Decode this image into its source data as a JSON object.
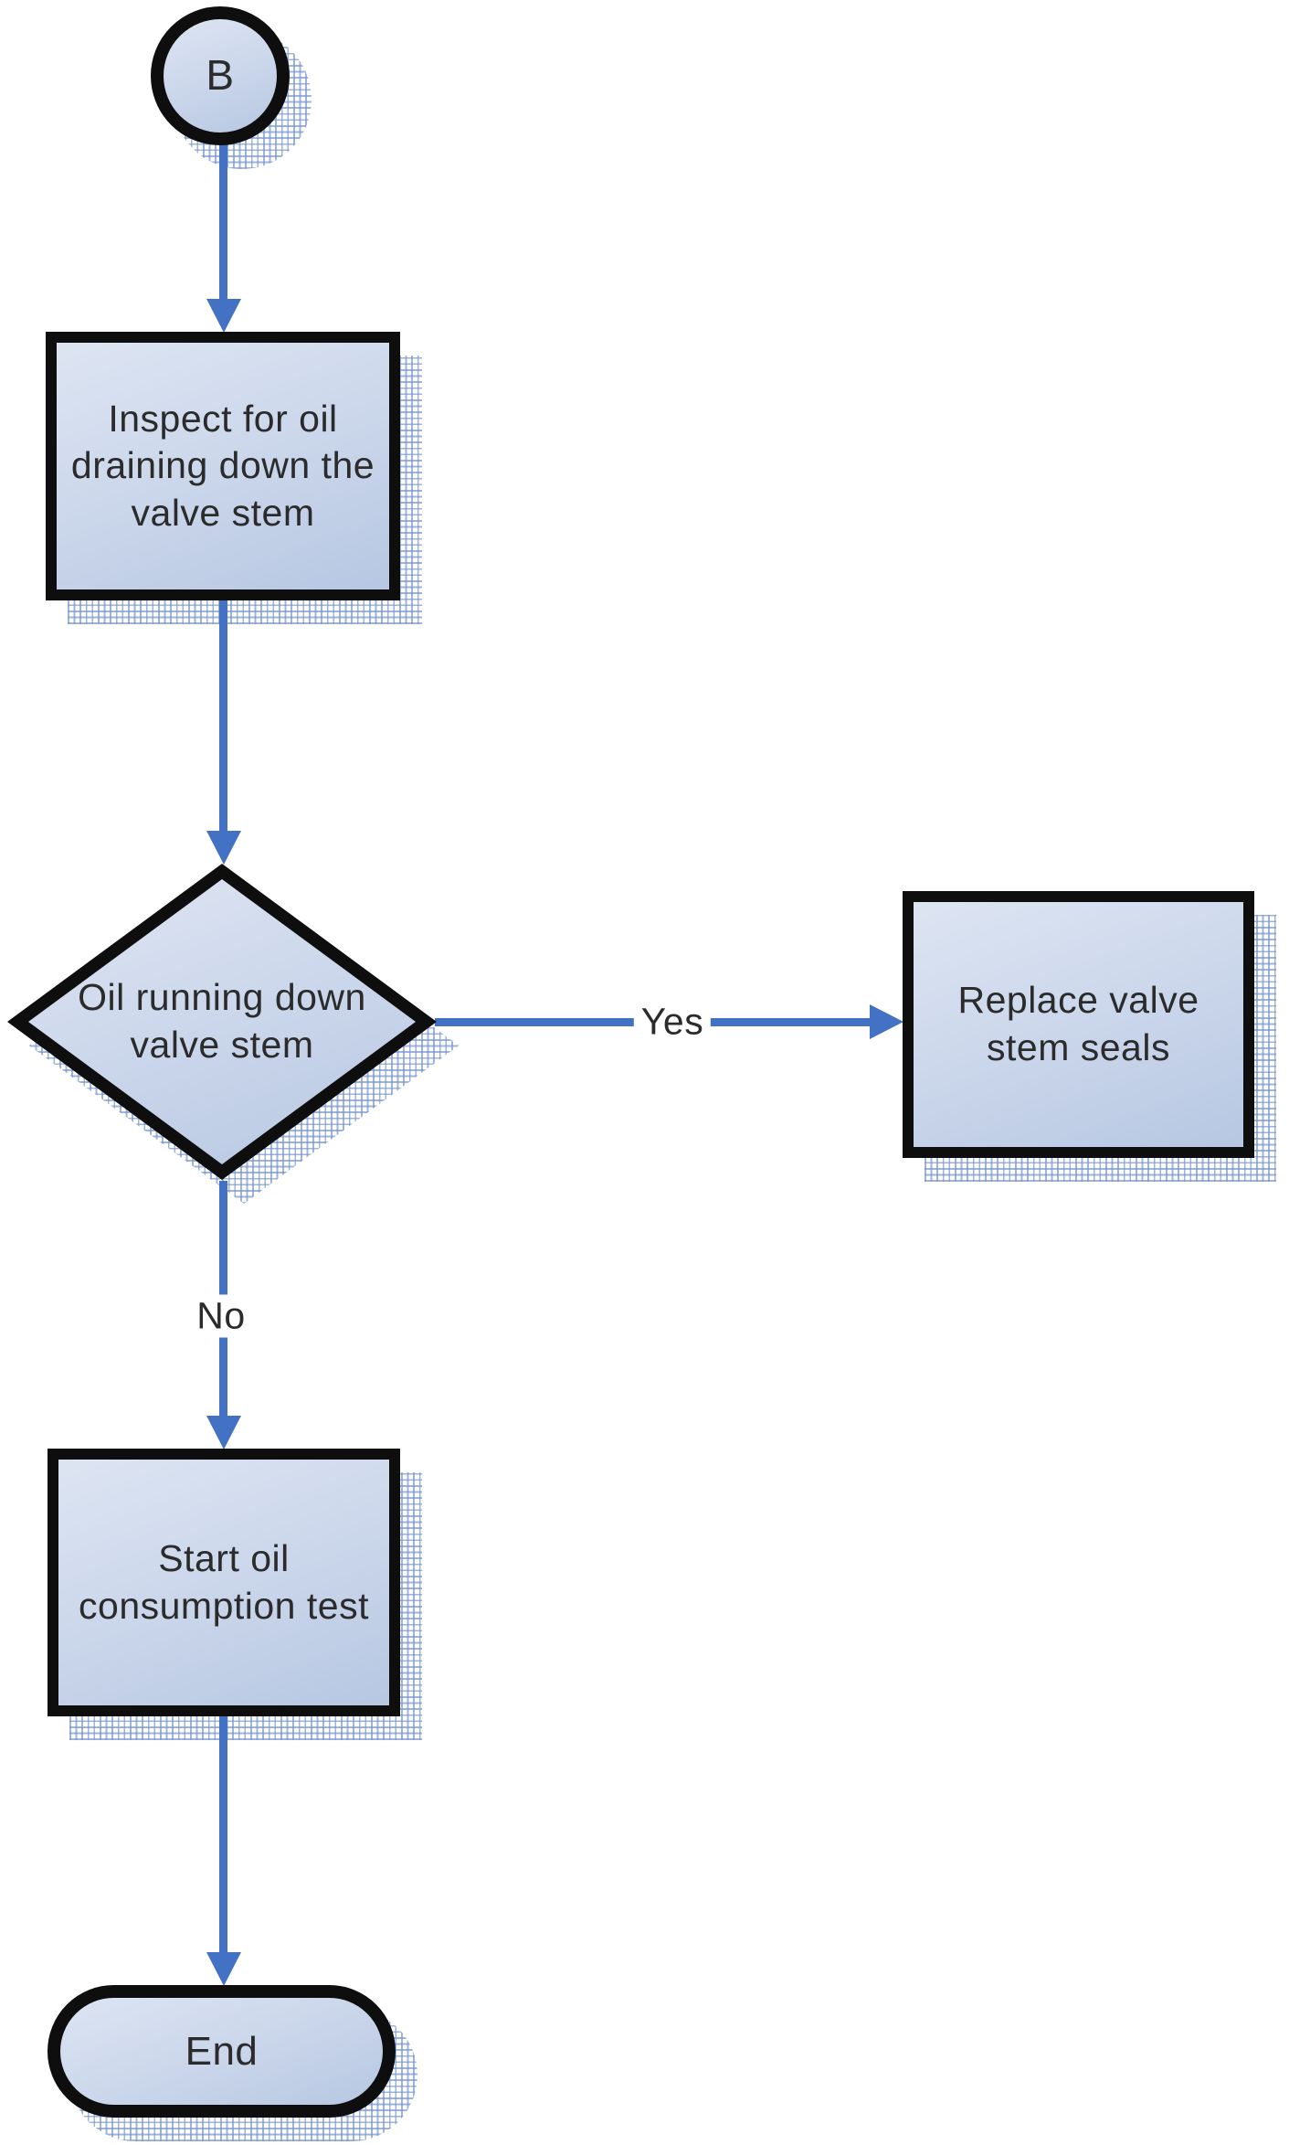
{
  "flowchart": {
    "connector": {
      "label": "B",
      "type": "connector-circle"
    },
    "nodes": {
      "inspect": {
        "label": "Inspect for oil draining down the valve stem",
        "type": "process"
      },
      "decision": {
        "label": "Oil running down valve stem",
        "type": "decision"
      },
      "replace": {
        "label": "Replace valve stem seals",
        "type": "process"
      },
      "start_test": {
        "label": "Start oil consumption test",
        "type": "process"
      },
      "end": {
        "label": "End",
        "type": "terminator"
      }
    },
    "edge_labels": {
      "yes": "Yes",
      "no": "No"
    },
    "colors": {
      "arrow": "#4372c4",
      "node_border": "#0e0e0e",
      "node_fill_top": "#dde5f2",
      "node_fill_bottom": "#b7c7e2",
      "shadow_hatch": "#7694cd",
      "text": "#2b2b2b",
      "background": "#ffffff"
    }
  }
}
